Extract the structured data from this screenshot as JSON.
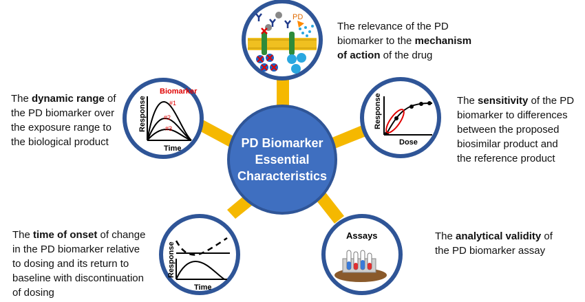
{
  "center": {
    "line1": "PD Biomarker",
    "line2": "Essential",
    "line3": "Characteristics"
  },
  "mechanism": {
    "pre": "The relevance of the PD",
    "line2_pre": "biomarker to the ",
    "line2_bold": "mechanism",
    "line3_bold": "of action",
    "line3_post": " of the drug",
    "pd_label": "PD"
  },
  "sensitivity": {
    "line1_pre": "The ",
    "line1_bold": "sensitivity",
    "line1_post": " of the PD",
    "line2": "biomarker to differences",
    "line3": "between the proposed",
    "line4": "biosimilar product and",
    "line5": "the reference product",
    "x_label": "Dose",
    "y_label": "Response"
  },
  "dynamic": {
    "line1_pre": "The ",
    "line1_bold": "dynamic range",
    "line1_post": " of",
    "line2": "the PD biomarker over",
    "line3": "the exposure range to",
    "line4": "the biological product",
    "chart_title": "Biomarker",
    "x_label": "Time",
    "y_label": "Response",
    "curve1": "#1",
    "curve2": "#2",
    "curve3": "#3"
  },
  "onset": {
    "line1_pre": "The ",
    "line1_bold": "time of onset",
    "line1_post": " of change",
    "line2": "in the PD biomarker relative",
    "line3": "to dosing and its return to",
    "line4": "baseline with discontinuation",
    "line5": "of dosing",
    "x_label": "Time",
    "y_label": "Response"
  },
  "analytical": {
    "line1_pre": "The ",
    "line1_bold": "analytical validity",
    "line1_post": " of",
    "line2": "the PD biomarker assay",
    "assays_label": "Assays"
  },
  "colors": {
    "center_fill": "#3f6fc0",
    "ring": "#2f5597",
    "spoke": "#f5b800",
    "red": "#e00000",
    "tube_blue": "#3a7ad8"
  }
}
